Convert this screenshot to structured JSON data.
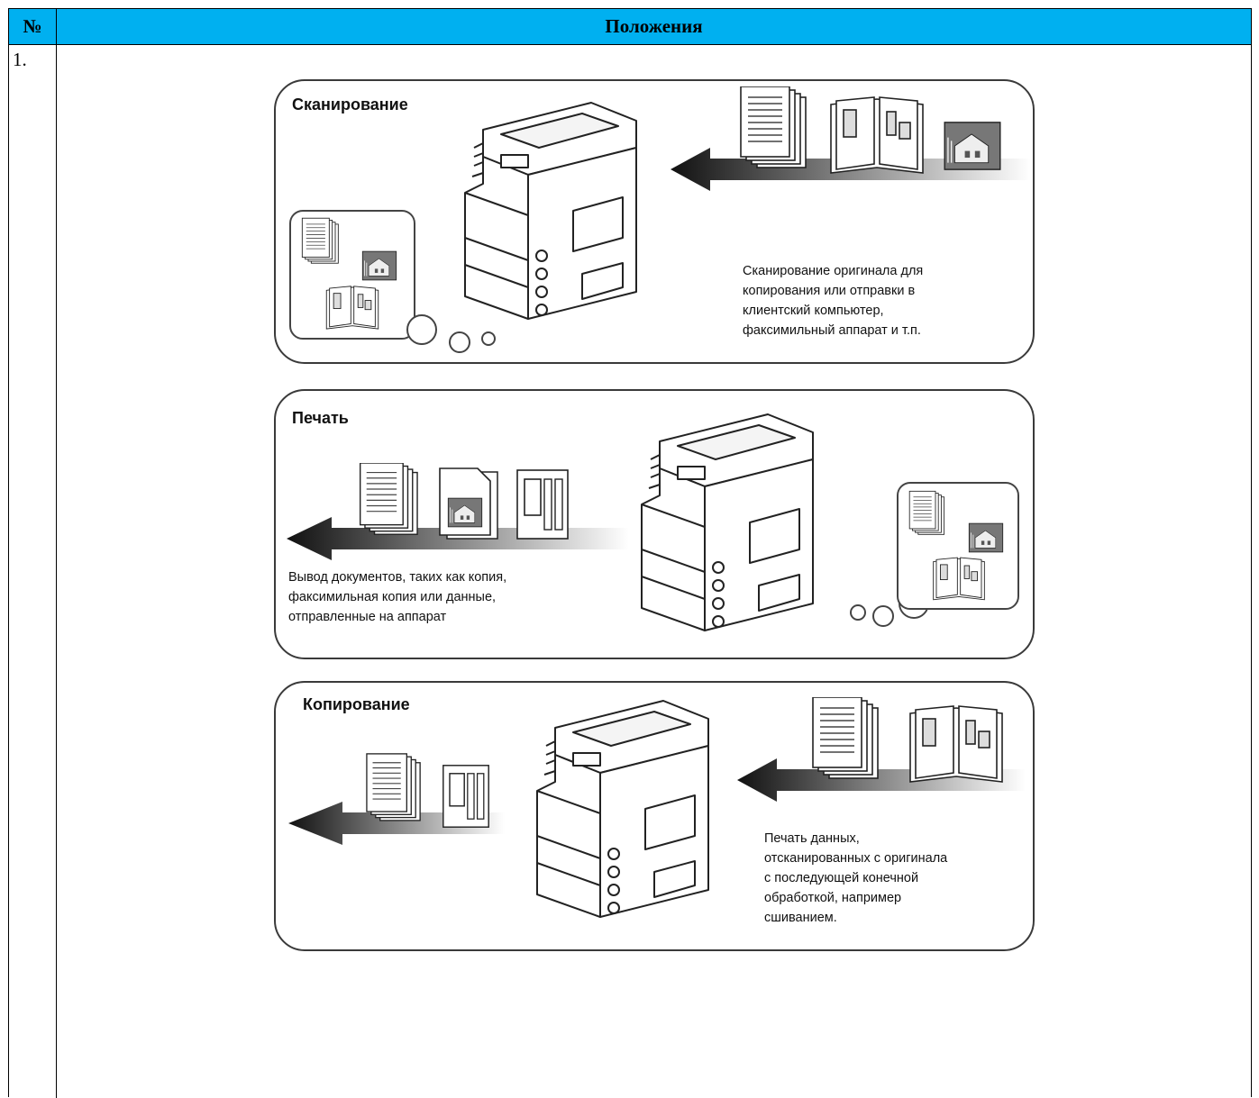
{
  "table": {
    "header_num": "№",
    "header_title": "Положения",
    "row_num": "1."
  },
  "colors": {
    "header_bg": "#00b0f0",
    "panel_border": "#3a3a3a"
  },
  "panels": [
    {
      "title": "Сканирование",
      "description": "Сканирование оригинала для\nкопирования или отправки в\nклиентский компьютер,\nфаксимильный аппарат и т.п."
    },
    {
      "title": "Печать",
      "description": "Вывод документов, таких как копия,\nфаксимильная копия или данные,\nотправленные на аппарат"
    },
    {
      "title": "Копирование",
      "description": "Печать данных,\nотсканированных с оригинала\nс последующей конечной\nобработкой, например\nсшиванием."
    }
  ]
}
